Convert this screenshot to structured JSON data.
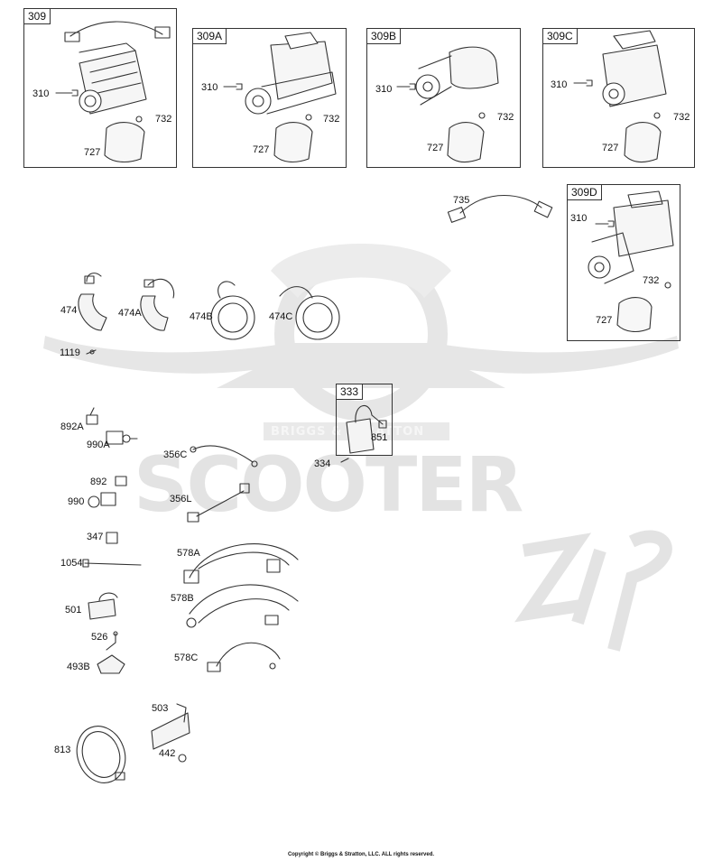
{
  "watermark": {
    "brand": "BRIGGS & STRATTON",
    "title": "SCOOTER",
    "script": "zip"
  },
  "boxes": {
    "b309": "309",
    "b309a": "309A",
    "b309b": "309B",
    "b309c": "309C",
    "b309d": "309D",
    "b333": "333"
  },
  "labels": {
    "l310": "310",
    "l727": "727",
    "l732": "732",
    "l735": "735",
    "l474": "474",
    "l474a": "474A",
    "l474b": "474B",
    "l474c": "474C",
    "l1119": "1119",
    "l892a": "892A",
    "l990a": "990A",
    "l892": "892",
    "l990": "990",
    "l356c": "356C",
    "l356l": "356L",
    "l334": "334",
    "l851": "851",
    "l347": "347",
    "l1054": "1054",
    "l578a": "578A",
    "l578b": "578B",
    "l578c": "578C",
    "l501": "501",
    "l526": "526",
    "l493b": "493B",
    "l503": "503",
    "l813": "813",
    "l442": "442"
  },
  "footer": "Copyright © Briggs & Stratton, LLC. ALL rights reserved."
}
